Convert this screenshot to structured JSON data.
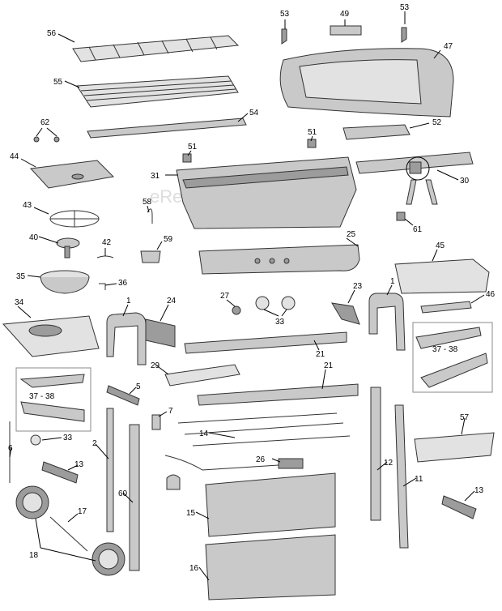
{
  "watermark": "eReplacementParts.com",
  "labels": {
    "p1a": "1",
    "p1b": "1",
    "p2": "2",
    "p5": "5",
    "p6": "6",
    "p7": "7",
    "p11": "11",
    "p12": "12",
    "p13a": "13",
    "p13b": "13",
    "p14": "14",
    "p15": "15",
    "p16": "16",
    "p17": "17",
    "p18": "18",
    "p21a": "21",
    "p21b": "21",
    "p23": "23",
    "p24": "24",
    "p25": "25",
    "p26": "26",
    "p27": "27",
    "p29": "29",
    "p30": "30",
    "p31": "31",
    "p33a": "33",
    "p33b": "33",
    "p34": "34",
    "p35": "35",
    "p36": "36",
    "p3738a": "37 - 38",
    "p3738b": "37 - 38",
    "p40": "40",
    "p42": "42",
    "p43": "43",
    "p44": "44",
    "p45": "45",
    "p46": "46",
    "p47": "47",
    "p49": "49",
    "p51a": "51",
    "p51b": "51",
    "p52": "52",
    "p53a": "53",
    "p53b": "53",
    "p54": "54",
    "p55": "55",
    "p56": "56",
    "p57": "57",
    "p58": "58",
    "p59": "59",
    "p60": "60",
    "p61": "61",
    "p62": "62"
  }
}
